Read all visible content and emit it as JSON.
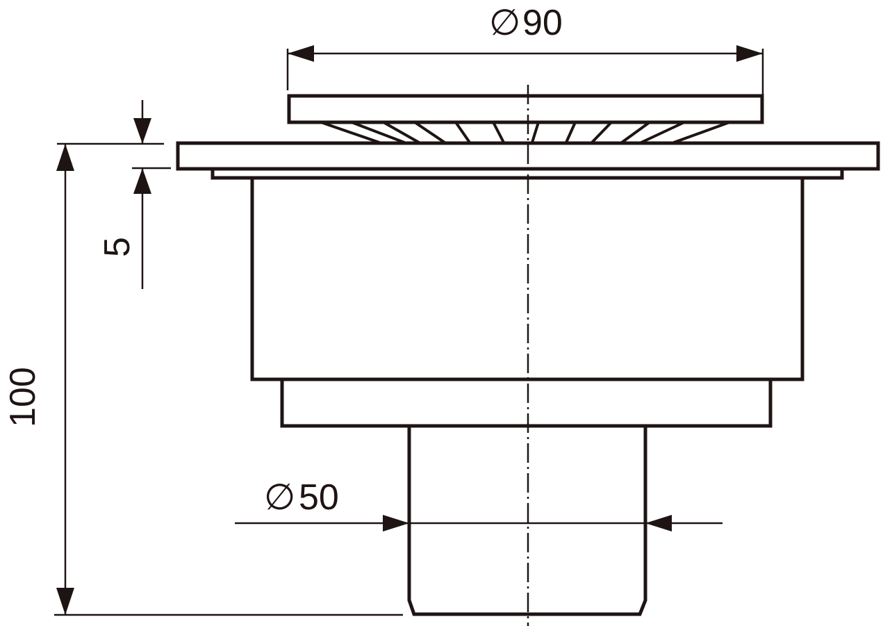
{
  "colors": {
    "ink": "#1f1414",
    "background": "#ffffff"
  },
  "dimensions": {
    "top_diameter": {
      "symbol": "∅",
      "value": "90"
    },
    "outlet_diameter": {
      "symbol": "∅",
      "value": "50"
    },
    "flange_thickness": {
      "value": "5"
    },
    "total_height": {
      "value": "100"
    }
  }
}
